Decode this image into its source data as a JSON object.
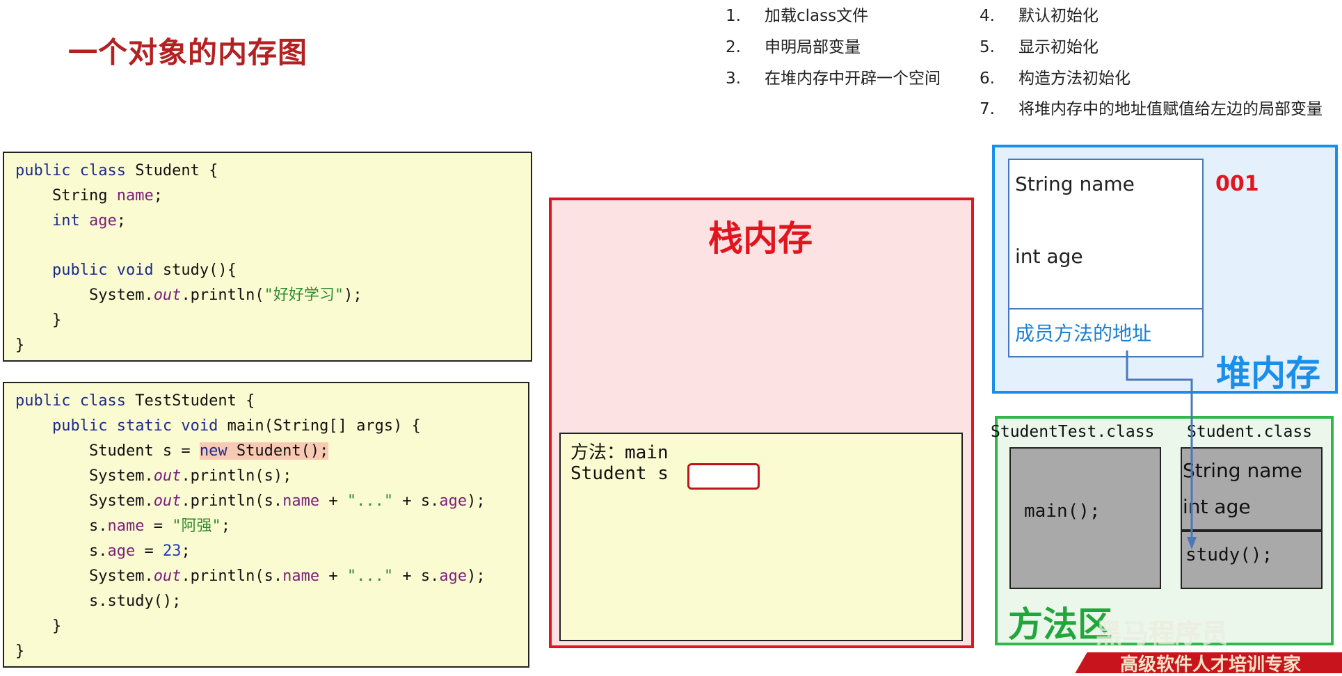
{
  "title": "一个对象的内存图",
  "steps": [
    {
      "num": "1.",
      "text": "加载class文件"
    },
    {
      "num": "2.",
      "text": "申明局部变量"
    },
    {
      "num": "3.",
      "text": "在堆内存中开辟一个空间"
    },
    {
      "num": "4.",
      "text": "默认初始化"
    },
    {
      "num": "5.",
      "text": "显示初始化"
    },
    {
      "num": "6.",
      "text": "构造方法初始化"
    },
    {
      "num": "7.",
      "text": "将堆内存中的地址值赋值给左边的局部变量"
    }
  ],
  "student_code": {
    "l1_kw": "public class",
    "l1_rest": " Student {",
    "l2_type": "String ",
    "l2_field": "name",
    "l2_end": ";",
    "l3_kw": "int ",
    "l3_field": "age",
    "l3_end": ";",
    "l5_kw": "public void",
    "l5_rest": " study(){",
    "l6_a": "System.",
    "l6_out": "out",
    "l6_b": ".println(",
    "l6_str": "\"好好学习\"",
    "l6_c": ");",
    "l7": "}",
    "l8": "}"
  },
  "test_code": {
    "l1_kw": "public class",
    "l1_rest": " TestStudent {",
    "l2_kw": "public static void",
    "l2_rest": " main(String[] args) {",
    "l3_a": "Student s = ",
    "l3_hl_kw": "new",
    "l3_hl_rest": " Student();",
    "l4_a": "System.",
    "l4_out": "out",
    "l4_b": ".println(s);",
    "l5_a": "System.",
    "l5_out": "out",
    "l5_b": ".println(s.",
    "l5_f1": "name",
    "l5_c": " + ",
    "l5_str": "\"...\"",
    "l5_d": " + s.",
    "l5_f2": "age",
    "l5_e": ");",
    "l6_a": "s.",
    "l6_f": "name",
    "l6_b": " = ",
    "l6_str": "\"阿强\"",
    "l6_c": ";",
    "l7_a": "s.",
    "l7_f": "age",
    "l7_b": " = ",
    "l7_num": "23",
    "l7_c": ";",
    "l8_a": "System.",
    "l8_out": "out",
    "l8_b": ".println(s.",
    "l8_f1": "name",
    "l8_c": " + ",
    "l8_str": "\"...\"",
    "l8_d": " + s.",
    "l8_f2": "age",
    "l8_e": ");",
    "l9": "s.study();",
    "l10": "}",
    "l11": "}"
  },
  "stack": {
    "title": "栈内存",
    "frame_method": "方法：main",
    "frame_var": "Student s"
  },
  "heap": {
    "title": "堆内存",
    "field1": "String name",
    "field2": "int age",
    "method_address": "成员方法的地址",
    "address": "001"
  },
  "method_area": {
    "title": "方法区",
    "class1": "StudentTest.class",
    "class2": "Student.class",
    "main": "main();",
    "field1": "String name",
    "field2": "int age",
    "study": "study();"
  },
  "watermark": {
    "logo": "黑马程序员",
    "slogan": "高级软件人才培训专家"
  },
  "colors": {
    "title": "#b22222",
    "stack": "#e0151d",
    "heap": "#1a8ee8",
    "method_area": "#2fb84a",
    "arrow": "#4a79b9"
  }
}
